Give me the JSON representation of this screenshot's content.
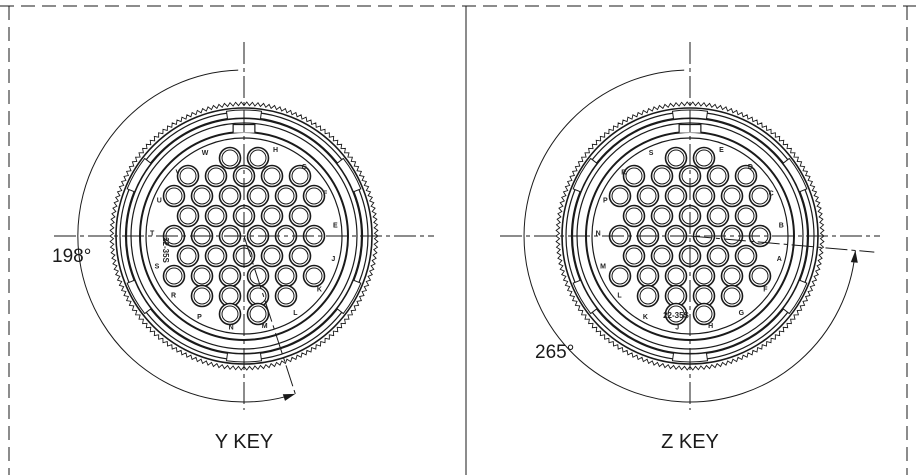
{
  "panels": [
    {
      "key_label": "Y  KEY",
      "angle_label": "198°",
      "part_mark": "22-35S",
      "pin_letters": [
        "H",
        "G",
        "F",
        "E",
        "J",
        "K",
        "L",
        "M",
        "N",
        "P",
        "R",
        "S",
        "T",
        "U",
        "V",
        "W",
        "X",
        "Y",
        "Z",
        "a",
        "b",
        "c",
        "d",
        "e",
        "f",
        "g",
        "h",
        "i",
        "j",
        "k",
        "m",
        "n",
        "p",
        "A",
        "B",
        "C",
        "D"
      ]
    },
    {
      "key_label": "Z  KEY",
      "angle_label": "265°",
      "part_mark": "22-35S",
      "pin_letters": [
        "E",
        "D",
        "C",
        "B",
        "A",
        "F",
        "G",
        "H",
        "J",
        "K",
        "L",
        "M",
        "N",
        "P",
        "R",
        "S",
        "T",
        "U",
        "V",
        "W",
        "X",
        "Y",
        "Z",
        "a",
        "b",
        "c",
        "d",
        "e",
        "f",
        "g",
        "h",
        "i",
        "j",
        "k",
        "m",
        "n",
        "p"
      ]
    }
  ],
  "colors": {
    "line": "#1a1a1a",
    "background": "#ffffff"
  }
}
